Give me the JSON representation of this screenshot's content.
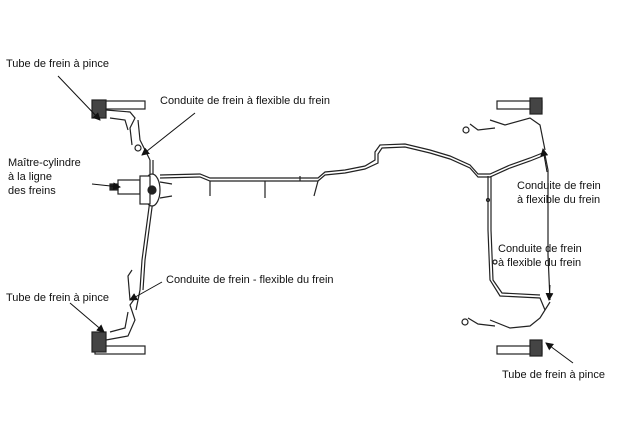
{
  "labels": {
    "clamp_tube_front_left": "Tube de frein à pince",
    "flex_line_front": "Conduite de frein à flexible du frein",
    "master_cylinder_line_1": "Maître-cylindre",
    "master_cylinder_line_2": "à la ligne",
    "master_cylinder_line_3": "des freins",
    "flex_line_mid_left": "Conduite de frein - flexible du frein",
    "clamp_tube_rear_left": "Tube de frein à pince",
    "flex_line_rear_upper_1": "Conduite de frein",
    "flex_line_rear_upper_2": "à flexible du frein",
    "flex_line_rear_lower_1": "Conduite de frein",
    "flex_line_rear_lower_2": "à flexible du frein",
    "clamp_tube_rear_right": "Tube de frein à pince"
  },
  "colors": {
    "line": "#222222",
    "text": "#111111",
    "background": "#ffffff"
  }
}
